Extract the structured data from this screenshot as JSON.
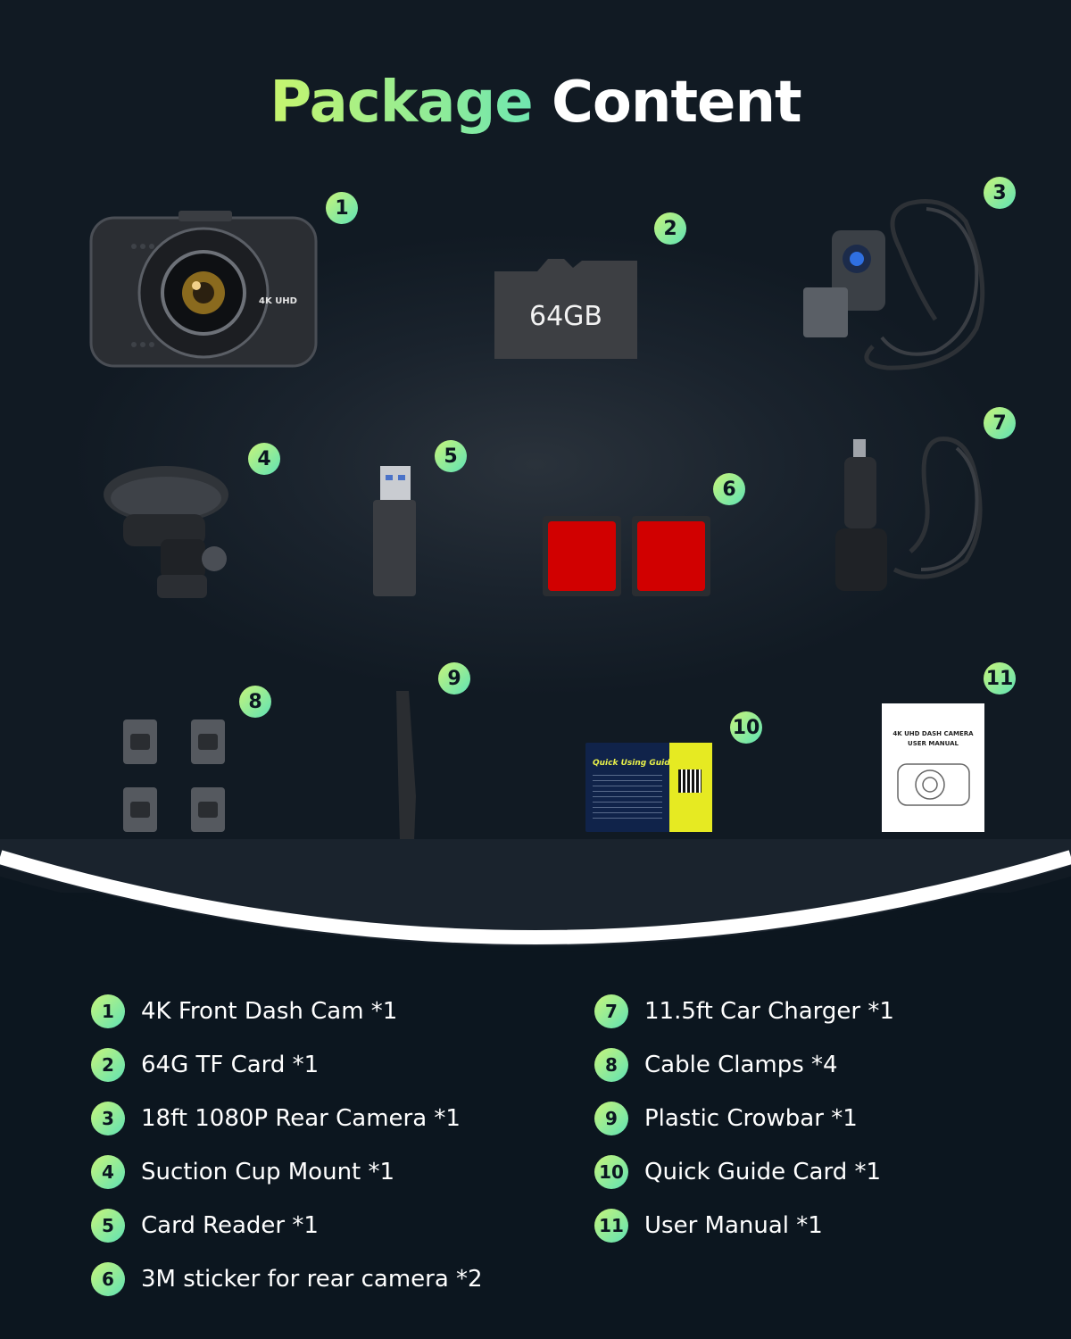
{
  "title": {
    "part1": "Package",
    "part2": "Content"
  },
  "items": {
    "i1": {
      "num": "1"
    },
    "i2": {
      "num": "2",
      "card_text": "64GB"
    },
    "i3": {
      "num": "3"
    },
    "i4": {
      "num": "4"
    },
    "i5": {
      "num": "5"
    },
    "i6": {
      "num": "6"
    },
    "i7": {
      "num": "7"
    },
    "i8": {
      "num": "8"
    },
    "i9": {
      "num": "9"
    },
    "i10": {
      "num": "10",
      "card_title": "Quick Using Guide"
    },
    "i11": {
      "num": "11",
      "manual_title": "4K UHD DASH CAMERA",
      "manual_subtitle": "USER MANUAL"
    }
  },
  "camera_label": "4K UHD",
  "list_left": [
    {
      "num": "1",
      "label": "4K Front Dash Cam *1"
    },
    {
      "num": "2",
      "label": "64G TF Card *1"
    },
    {
      "num": "3",
      "label": "18ft 1080P Rear Camera *1"
    },
    {
      "num": "4",
      "label": "Suction Cup Mount *1"
    },
    {
      "num": "5",
      "label": "Card Reader *1"
    },
    {
      "num": "6",
      "label": "3M sticker for rear camera *2"
    }
  ],
  "list_right": [
    {
      "num": "7",
      "label": "11.5ft Car Charger *1"
    },
    {
      "num": "8",
      "label": "Cable Clamps *4"
    },
    {
      "num": "9",
      "label": "Plastic Crowbar *1"
    },
    {
      "num": "10",
      "label": "Quick Guide Card *1"
    },
    {
      "num": "11",
      "label": "User Manual *1"
    }
  ],
  "colors": {
    "background": "#0c161f",
    "badge_start": "#c8f57a",
    "badge_end": "#5fe2b5",
    "sticker_red": "#d10000"
  }
}
